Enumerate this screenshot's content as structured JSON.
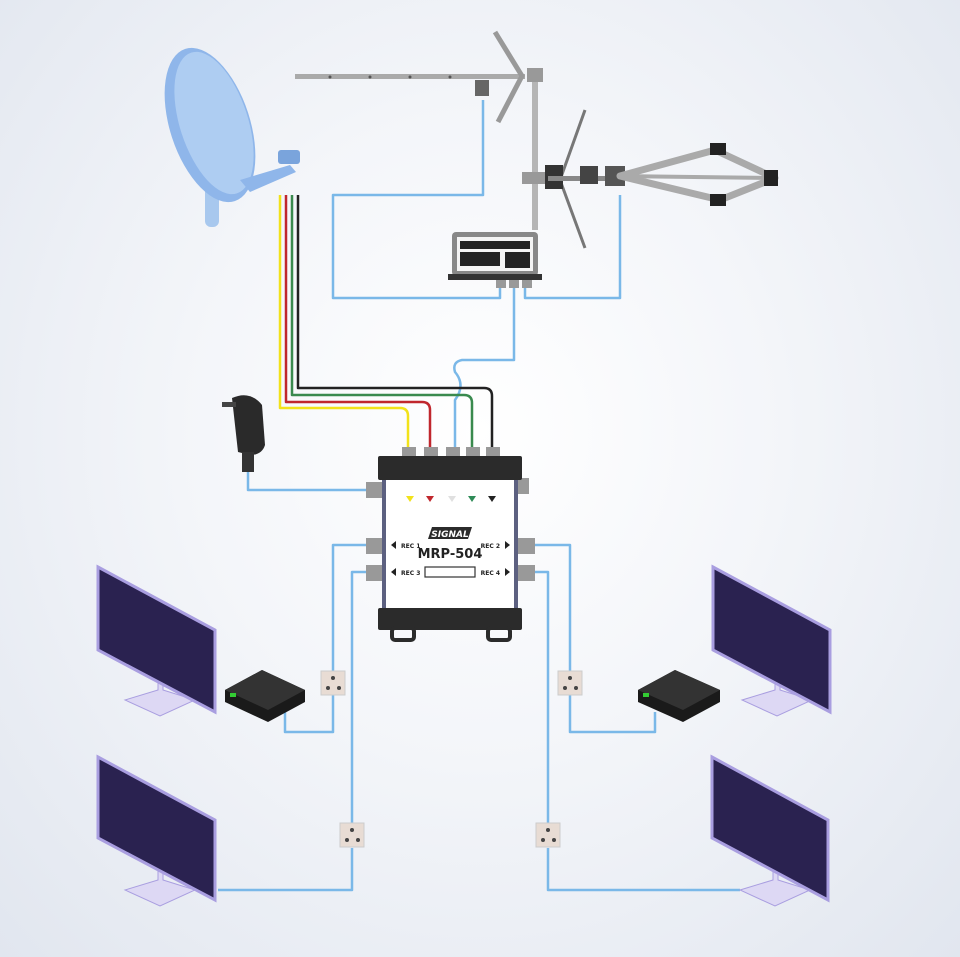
{
  "multiswitch": {
    "brand": "SIGNAL",
    "model": "MRP-504",
    "outputs": [
      "REC 1",
      "REC 2",
      "REC 3",
      "REC 4"
    ],
    "input_colors": [
      "#f2e21a",
      "#c0272d",
      "#e6e6e6",
      "#2e8b57",
      "#222222"
    ]
  },
  "colors": {
    "coax": "#7ab8e8",
    "sat_yellow": "#f2e21a",
    "sat_red": "#c0272d",
    "sat_green": "#3a8a4e",
    "sat_black": "#222222",
    "tv_screen": "#2a2250",
    "tv_frame": "#a99ee0"
  }
}
